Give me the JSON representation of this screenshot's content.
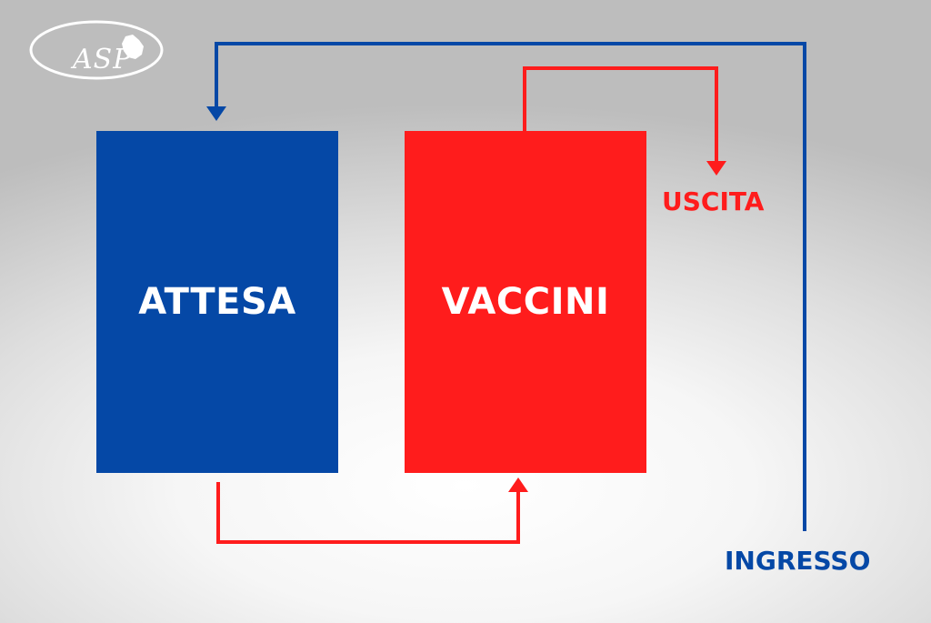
{
  "logo": {
    "text": "ASP",
    "icon": "region-map-icon"
  },
  "boxes": {
    "waiting": "ATTESA",
    "vaccines": "VACCINI"
  },
  "labels": {
    "exit": "USCITA",
    "entrance": "INGRESSO"
  },
  "colors": {
    "blue": "#0548A6",
    "red": "#FF1C1C",
    "white": "#FFFFFF"
  }
}
